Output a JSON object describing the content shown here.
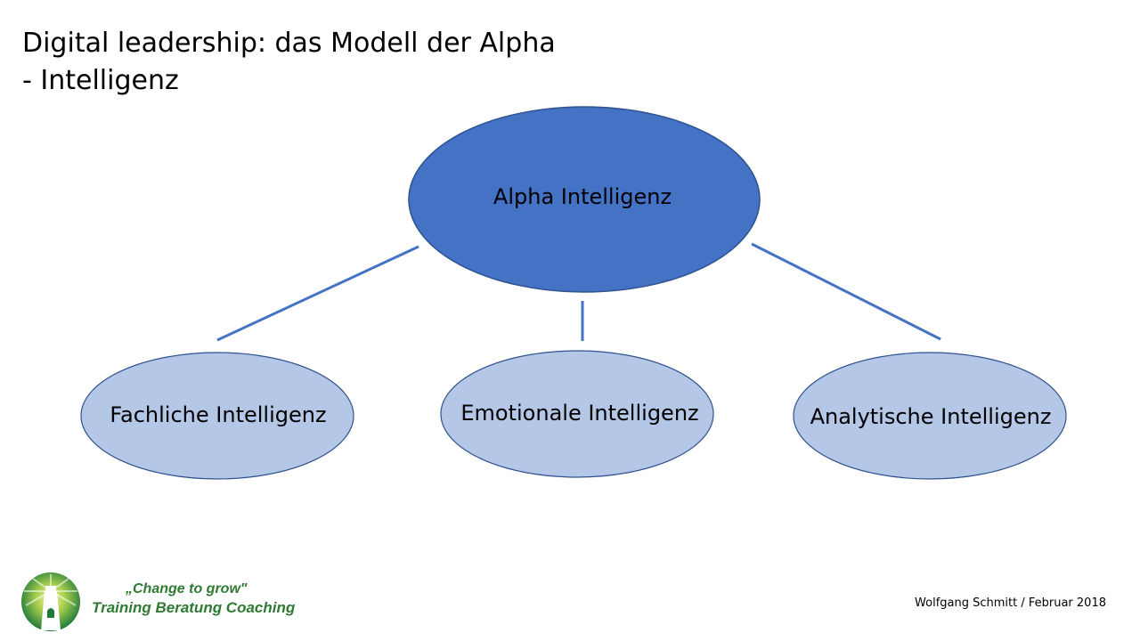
{
  "slide": {
    "title_line1": "Digital leadership:  das Modell der Alpha",
    "title_line2": "- Intelligenz"
  },
  "diagram": {
    "root": {
      "label": "Alpha Intelligenz",
      "fill": "#4472C4"
    },
    "children": [
      {
        "label": "Fachliche Intelligenz",
        "fill": "#B4C7E7"
      },
      {
        "label": "Emotionale Intelligenz",
        "fill": "#B4C7E7"
      },
      {
        "label": "Analytische Intelligenz",
        "fill": "#B4C7E7"
      }
    ],
    "stroke": "#4472C4"
  },
  "branding": {
    "slogan": "„Change to grow\"",
    "tagline": "Training Beratung Coaching",
    "color": "#2F7A32"
  },
  "footer": {
    "author_date": "Wolfgang Schmitt / Februar 2018"
  }
}
